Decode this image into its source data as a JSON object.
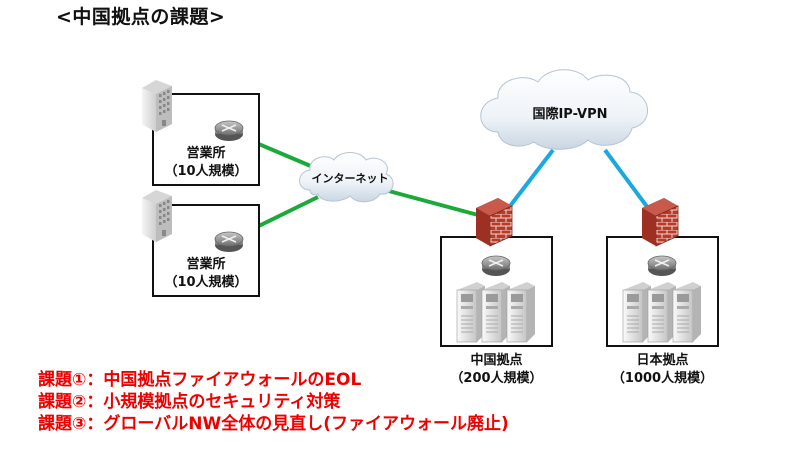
{
  "title": "<中国拠点の課題>",
  "colors": {
    "internet_link": "#1aaa3a",
    "vpn_link": "#1aa8e0",
    "issue_text": "#ee0000",
    "firewall_brick": "#b83a2a"
  },
  "clouds": {
    "internet": {
      "label": "インターネット",
      "icon": "cloud-icon"
    },
    "vpn": {
      "label": "国際IP-VPN",
      "icon": "cloud-icon"
    }
  },
  "sites": {
    "sales1": {
      "name": "営業所",
      "scale": "（10人規模）",
      "icons": [
        "building-icon",
        "router-icon"
      ]
    },
    "sales2": {
      "name": "営業所",
      "scale": "（10人規模）",
      "icons": [
        "building-icon",
        "router-icon"
      ]
    },
    "china": {
      "name": "中国拠点",
      "scale": "（200人規模）",
      "icons": [
        "firewall-icon",
        "router-icon",
        "server-icon"
      ]
    },
    "japan": {
      "name": "日本拠点",
      "scale": "（1000人規模）",
      "icons": [
        "firewall-icon",
        "router-icon",
        "server-icon"
      ]
    }
  },
  "issues": [
    "課題①：中国拠点ファイアウォールのEOL",
    "課題②：小規模拠点のセキュリティ対策",
    "課題③：グローバルNW全体の見直し(ファイアウォール廃止)"
  ]
}
